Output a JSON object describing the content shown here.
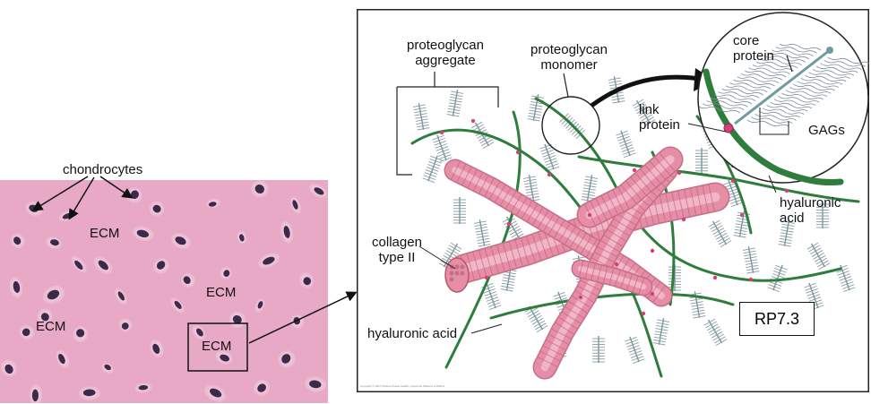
{
  "labels": {
    "chondrocytes": "chondrocytes",
    "ecm": [
      "ECM",
      "ECM",
      "ECM",
      "ECM"
    ],
    "proteoglycan_aggregate": [
      "proteoglycan",
      "aggregate"
    ],
    "proteoglycan_monomer": [
      "proteoglycan",
      "monomer"
    ],
    "core_protein": [
      "core",
      "protein"
    ],
    "link_protein": [
      "link",
      "protein"
    ],
    "gags": "GAGs",
    "hyaluronic_acid_right": [
      "hyaluronic",
      "acid"
    ],
    "collagen_type_ii": [
      "collagen",
      "type II"
    ],
    "hyaluronic_acid_bottom": "hyaluronic acid",
    "rp": "RP7.3",
    "copyright": "Copyright © 2017 Wolters Kluwer Health | Lippincott Williams & Wilkins"
  },
  "colors": {
    "tissue": "#e7a9c6",
    "cell": "#3d2a4a",
    "collagen": "#e58ea6",
    "hyaluronic": "#2f7d3c",
    "gag": "#8a9aa3",
    "core": "#6f9ba0",
    "link": "#d2417a"
  }
}
